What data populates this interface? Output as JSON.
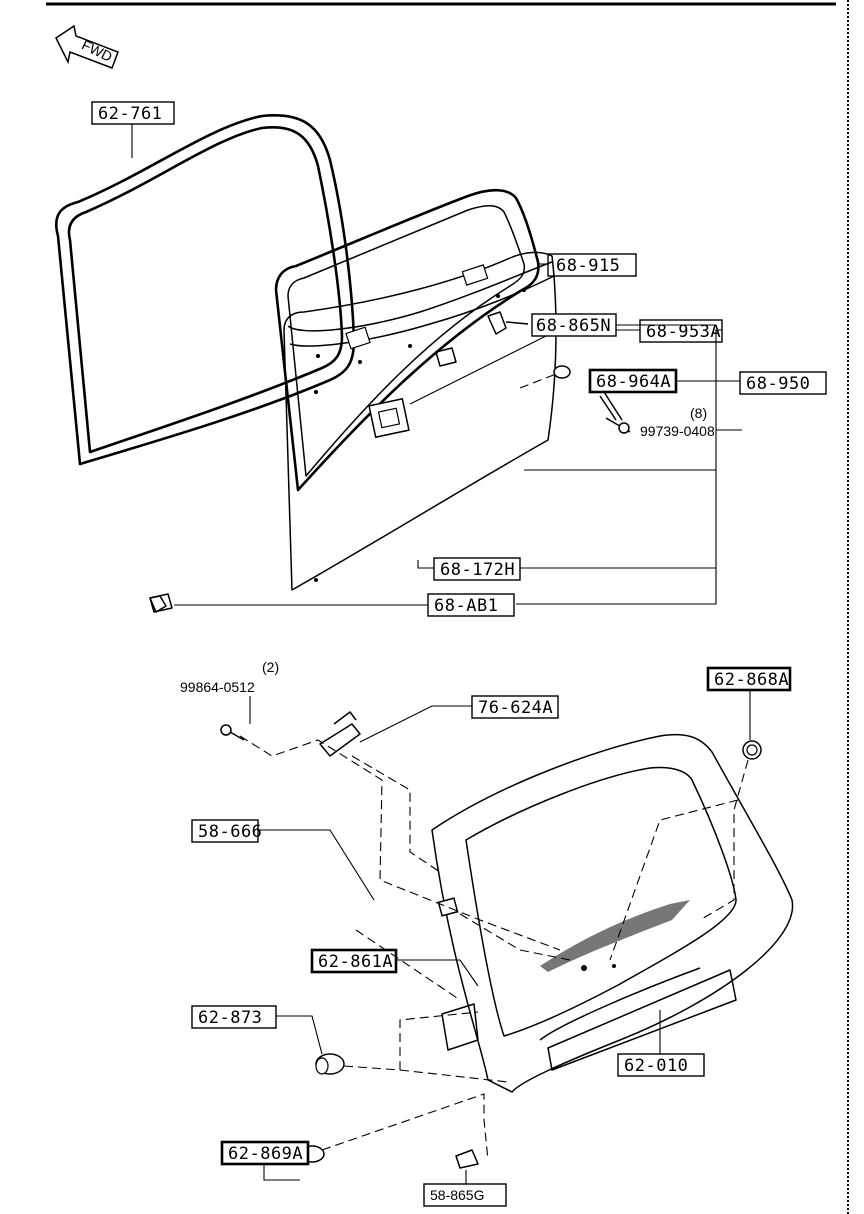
{
  "orientation_label": "FWD",
  "callouts": {
    "weatherstrip": "62-761",
    "rear_window_glass": "68-915",
    "trim_assembly": "68-950",
    "trim_clip_a": "68-953A",
    "trim_clip_b": "68-964A",
    "screw_upper": "99739-0408",
    "screw_upper_qty": "(8)",
    "trim_hook": "68-865N",
    "trim_fastener": "68-172H",
    "trim_clip_c": "68-AB1",
    "screw_lower": "99864-0512",
    "screw_lower_qty": "(2)",
    "bracket": "76-624A",
    "plug_right": "62-868A",
    "pad": "58-666",
    "corner_seal": "62-861A",
    "bumper_stop": "62-873",
    "cap": "62-869A",
    "liftgate": "62-010",
    "clip_bottom": "58-865G"
  }
}
